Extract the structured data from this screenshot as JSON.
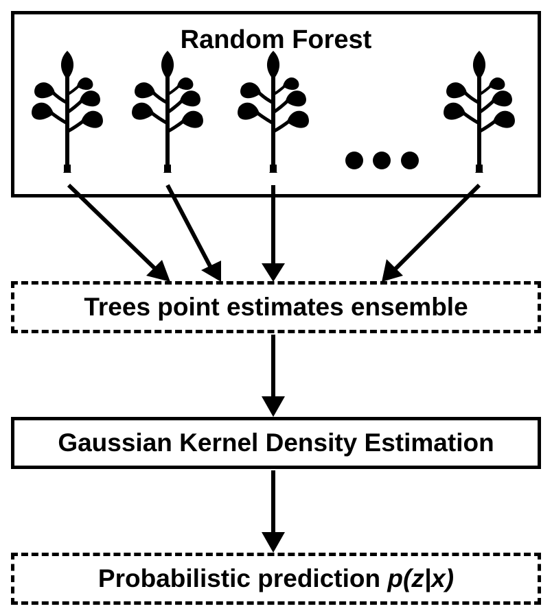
{
  "forest": {
    "title": "Random Forest",
    "tree_icon": "tree-icon",
    "ellipsis_icon": "ellipsis-icon"
  },
  "ensemble": {
    "label": "Trees point estimates ensemble"
  },
  "kde": {
    "label": "Gaussian Kernel Density Estimation"
  },
  "prediction": {
    "label": "Probabilistic prediction ",
    "math": "p(z|x)"
  }
}
